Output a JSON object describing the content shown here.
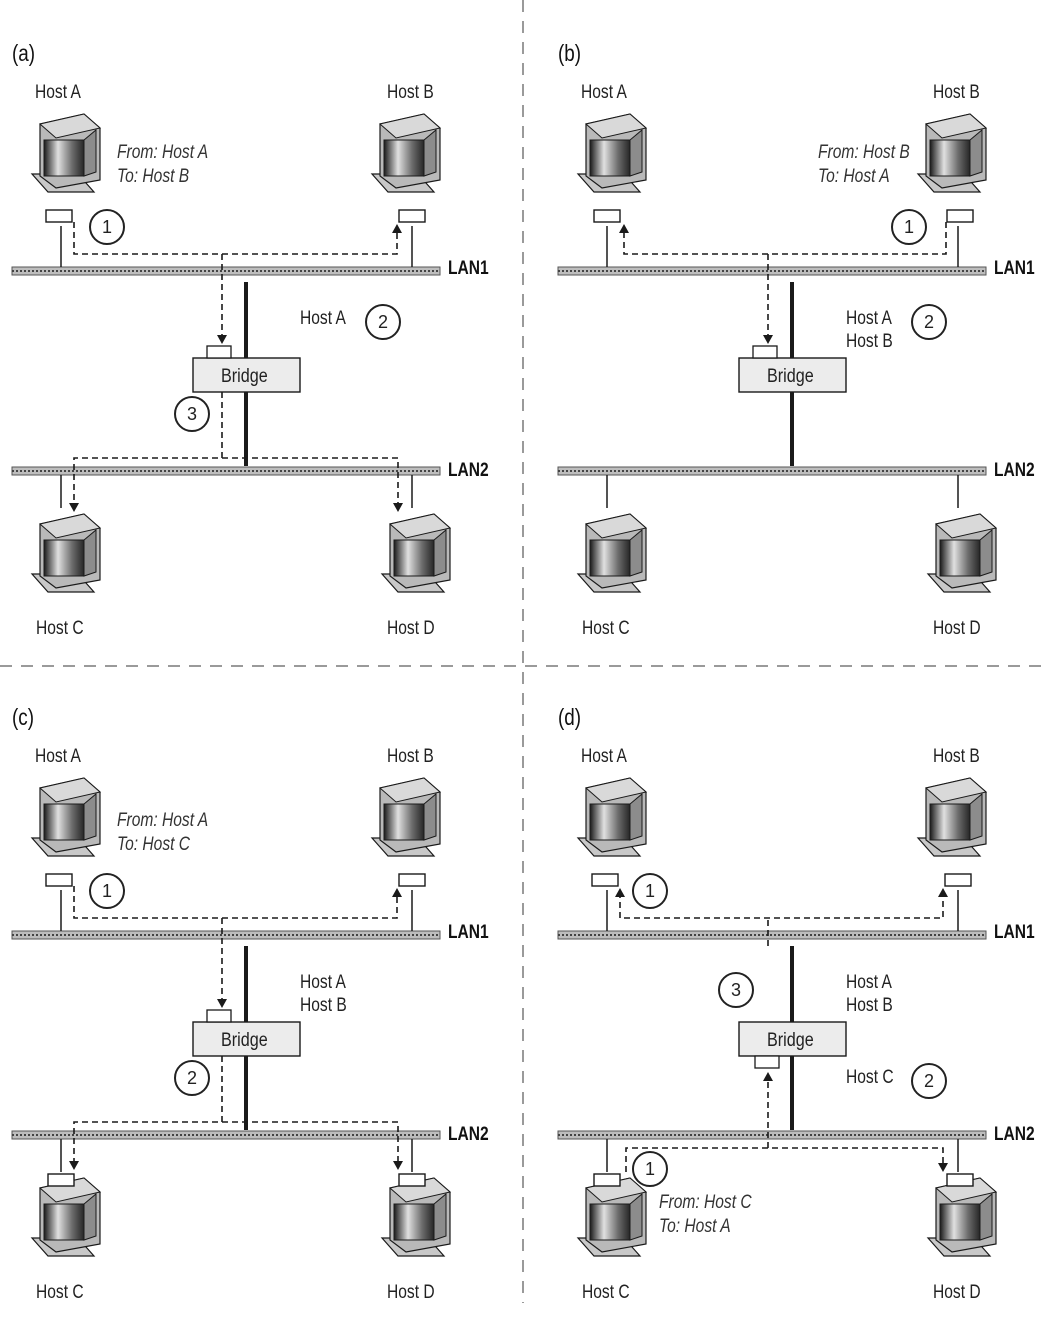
{
  "panels": [
    {
      "label": "(a)",
      "host_top_left": "Host A",
      "host_top_right": "Host B",
      "host_bottom_left": "Host C",
      "host_bottom_right": "Host D",
      "lan1": "LAN1",
      "lan2": "LAN2",
      "bridge": "Bridge",
      "message_from": "From: Host A",
      "message_to": "To: Host B",
      "table_lines": [
        "Host A"
      ],
      "steps": [
        "1",
        "2",
        "3"
      ]
    },
    {
      "label": "(b)",
      "host_top_left": "Host A",
      "host_top_right": "Host B",
      "host_bottom_left": "Host C",
      "host_bottom_right": "Host D",
      "lan1": "LAN1",
      "lan2": "LAN2",
      "bridge": "Bridge",
      "message_from": "From: Host B",
      "message_to": "To: Host A",
      "table_lines": [
        "Host A",
        "Host B"
      ],
      "steps": [
        "1",
        "2"
      ]
    },
    {
      "label": "(c)",
      "host_top_left": "Host A",
      "host_top_right": "Host B",
      "host_bottom_left": "Host C",
      "host_bottom_right": "Host D",
      "lan1": "LAN1",
      "lan2": "LAN2",
      "bridge": "Bridge",
      "message_from": "From: Host A",
      "message_to": "To: Host C",
      "table_lines": [
        "Host A",
        "Host B"
      ],
      "steps": [
        "1",
        "2"
      ]
    },
    {
      "label": "(d)",
      "host_top_left": "Host A",
      "host_top_right": "Host B",
      "host_bottom_left": "Host C",
      "host_bottom_right": "Host D",
      "lan1": "LAN1",
      "lan2": "LAN2",
      "bridge": "Bridge",
      "message_from": "From: Host C",
      "message_to": "To: Host A",
      "table_lines": [
        "Host A",
        "Host B"
      ],
      "table_lines_lower": [
        "Host C"
      ],
      "steps": [
        "1",
        "2",
        "3"
      ]
    }
  ],
  "colors": {
    "line": "#1a1a1a",
    "lan_fill": "#bdbdbd",
    "divider": "#9a9a9a",
    "bridge_fill": "#ececec"
  }
}
